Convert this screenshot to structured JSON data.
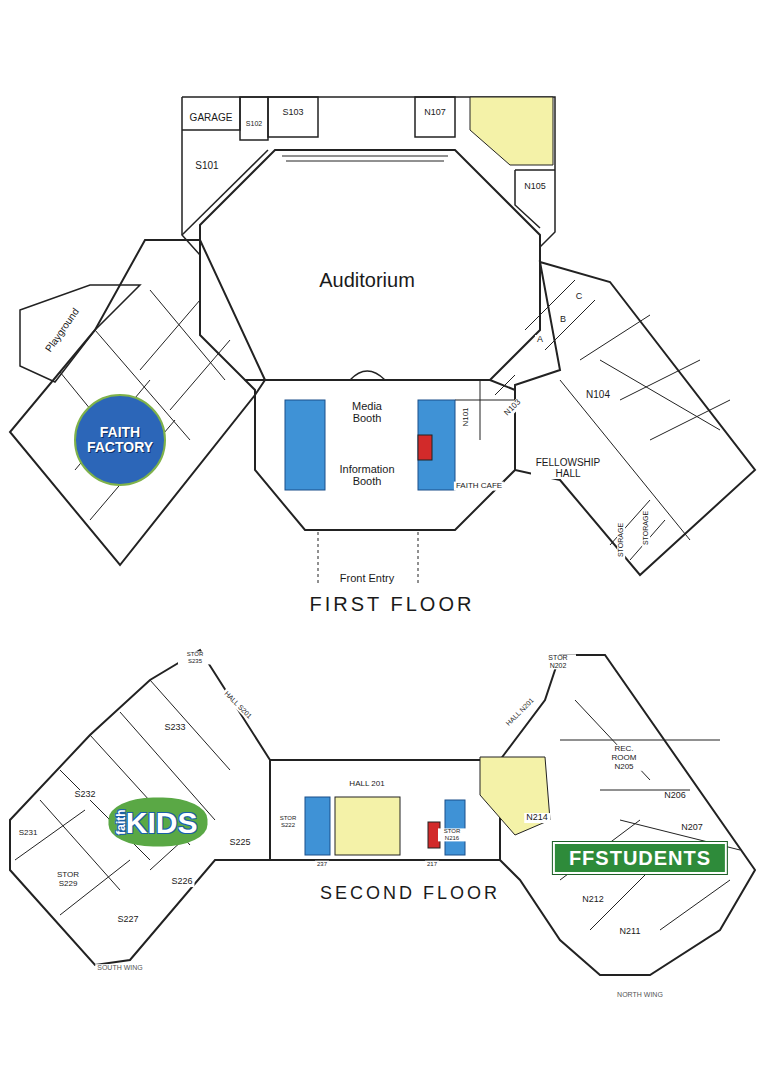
{
  "diagram": {
    "nodes": [
      {
        "text": [
          "GARAGE"
        ]
      },
      {
        "text": [
          "S102"
        ]
      },
      {
        "text": [
          "S103"
        ]
      },
      {
        "text": [
          "N107"
        ]
      },
      {
        "text": [
          "S101"
        ]
      },
      {
        "text": [
          "N105"
        ]
      },
      {
        "text": [
          "Auditorium"
        ]
      },
      {
        "text": [
          "Playground"
        ]
      },
      {
        "text": [
          "A"
        ]
      },
      {
        "text": [
          "B"
        ]
      },
      {
        "text": [
          "C"
        ]
      },
      {
        "text": [
          "N104"
        ]
      },
      {
        "text": [
          "FAITH FACTORY"
        ]
      },
      {
        "text": [
          "Media Booth"
        ]
      },
      {
        "text": [
          "N101"
        ]
      },
      {
        "text": [
          "N103"
        ]
      },
      {
        "text": [
          "FELLOWSHIP HALL"
        ]
      },
      {
        "text": [
          "STORAGE"
        ]
      },
      {
        "text": [
          "STORAGE"
        ]
      },
      {
        "text": [
          "STOR S235"
        ]
      },
      {
        "text": [
          "STOR N202"
        ]
      },
      {
        "text": [
          "S233"
        ]
      },
      {
        "text": [
          "REC. ROOM N205"
        ]
      },
      {
        "text": [
          "S232"
        ]
      },
      {
        "text": [
          "N206"
        ]
      },
      {
        "text": [
          "faith",
          "KIDS"
        ]
      },
      {
        "text": [
          "S225"
        ]
      },
      {
        "text": [
          "STOR S222"
        ]
      },
      {
        "text": [
          "STOR N216"
        ]
      },
      {
        "text": [
          "N214"
        ]
      },
      {
        "text": [
          "N207"
        ]
      },
      {
        "text": [
          "FFSTUDENTS"
        ]
      },
      {
        "text": [
          "S231"
        ]
      },
      {
        "text": [
          "STOR S229"
        ]
      },
      {
        "text": [
          "S226"
        ]
      },
      {
        "text": [
          "S227"
        ]
      },
      {
        "text": [
          "N212"
        ]
      },
      {
        "text": [
          "N211"
        ]
      }
    ],
    "labels": [
      "Information Booth",
      "FAITH CAFE",
      "Front Entry",
      "FIRST FLOOR",
      "HALL S201",
      "HALL N201",
      "HALL 201",
      "237",
      "217",
      "SECOND FLOOR",
      "SOUTH WING",
      "NORTH WING"
    ]
  }
}
